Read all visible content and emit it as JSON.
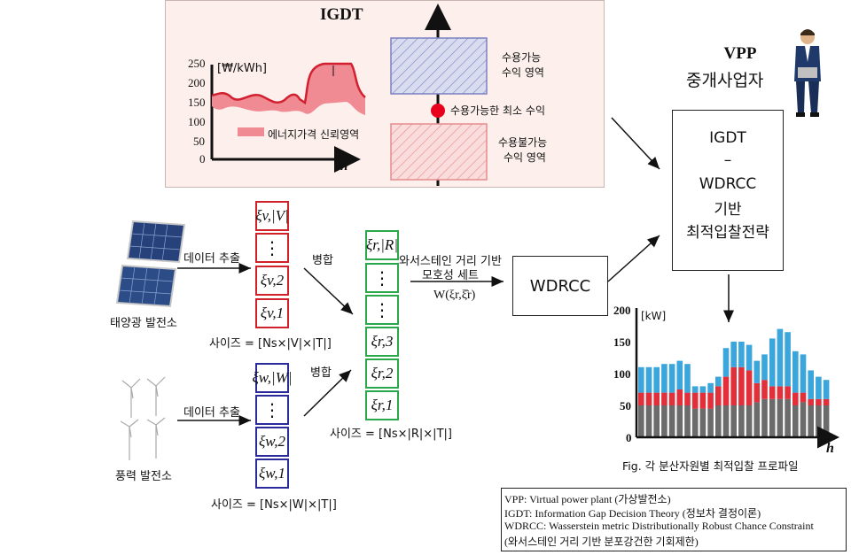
{
  "igdt": {
    "title": "IGDT",
    "unit": "[₩/kWh]",
    "yticks": [
      "250",
      "200",
      "150",
      "100",
      "50",
      "0"
    ],
    "axis_h": "h",
    "legend": "에너지가격 신뢰영역",
    "accept_label_1": "수용가능",
    "accept_label_2": "수익 영역",
    "min_profit": "수용가능한 최소 수익",
    "reject_label_1": "수용불가능",
    "reject_label_2": "수익 영역"
  },
  "vpp": {
    "title": "VPP",
    "subtitle": "중개사업자",
    "strategy_1": "IGDT",
    "strategy_2": "–",
    "strategy_3": "WDRCC",
    "strategy_4": "기반",
    "strategy_5": "최적입찰전략"
  },
  "solar": {
    "label": "태양광 발전소",
    "extract": "데이터 추출",
    "size": "사이즈 = [Ns×|V|×|T|]",
    "cells": [
      "ξv,|V|",
      "⋮",
      "ξv,2",
      "ξv,1"
    ]
  },
  "wind": {
    "label": "풍력 발전소",
    "extract": "데이터 추출",
    "size": "사이즈 = [Ns×|W|×|T|]",
    "cells": [
      "ξw,|W|",
      "⋮",
      "ξw,2",
      "ξw,1"
    ]
  },
  "merge": {
    "label_top": "병합",
    "label_bottom": "병합",
    "size": "사이즈 = [Ns×|R|×|T|]",
    "cells": [
      "ξr,|R|",
      "⋮",
      "⋮",
      "ξr,3",
      "ξr,2",
      "ξr,1"
    ]
  },
  "wasserstein": {
    "line1": "와서스테인 거리 기반",
    "line2": "모호성 세트",
    "formula": "W(ξr,ξ̂r)"
  },
  "wdrcc_box": "WDRCC",
  "bid_chart_caption": "Fig. 각 분산자원별 최적입찰 프로파일",
  "chart_data": {
    "type": "bar",
    "stacked": true,
    "unit": "[kW]",
    "xlabel": "h",
    "yticks": [
      "200",
      "150",
      "100",
      "50",
      "0"
    ],
    "ylim": [
      0,
      200
    ],
    "colors": {
      "gray": "#6b6b6b",
      "red": "#e2303a",
      "blue": "#3aa6dc"
    },
    "series": [
      {
        "values": [
          50,
          50,
          50,
          50,
          50,
          50,
          50,
          45,
          45,
          45,
          50,
          50,
          50,
          50,
          50,
          55,
          60,
          60,
          60,
          60,
          50,
          55,
          50,
          50,
          50
        ]
      },
      {
        "values": [
          20,
          20,
          20,
          20,
          20,
          25,
          20,
          25,
          25,
          25,
          30,
          45,
          60,
          60,
          55,
          30,
          30,
          20,
          20,
          20,
          20,
          15,
          10,
          10,
          10
        ]
      },
      {
        "values": [
          40,
          40,
          40,
          45,
          45,
          45,
          45,
          10,
          10,
          15,
          15,
          45,
          40,
          40,
          40,
          35,
          40,
          75,
          90,
          85,
          65,
          60,
          45,
          35,
          30
        ]
      }
    ]
  },
  "legend_box": {
    "l1": "VPP: Virtual power plant (가상발전소)",
    "l2": "IGDT: Information Gap Decision Theory (정보차 결정이론)",
    "l3": "WDRCC: Wasserstein metric Distributionally Robust Chance Constraint",
    "l4": "(와서스테인 거리 기반 분포강건한 기회제한)"
  }
}
